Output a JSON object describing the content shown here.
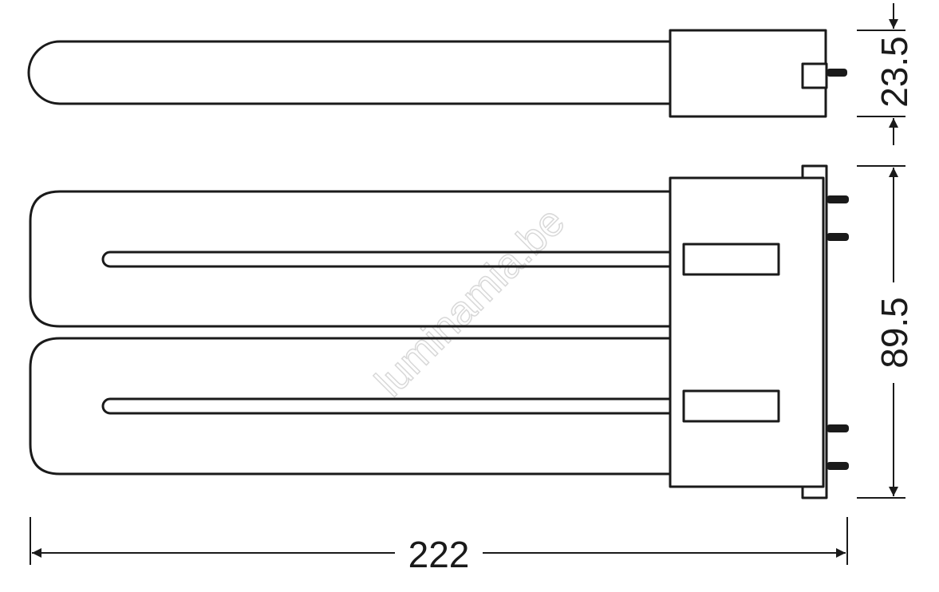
{
  "dimensions": {
    "length": "222",
    "width": "89.5",
    "depth": "23.5"
  },
  "watermark": "luminamia.be",
  "colors": {
    "line": "#1a1a1a",
    "watermark": "#d8d8d8",
    "background": "#ffffff"
  }
}
